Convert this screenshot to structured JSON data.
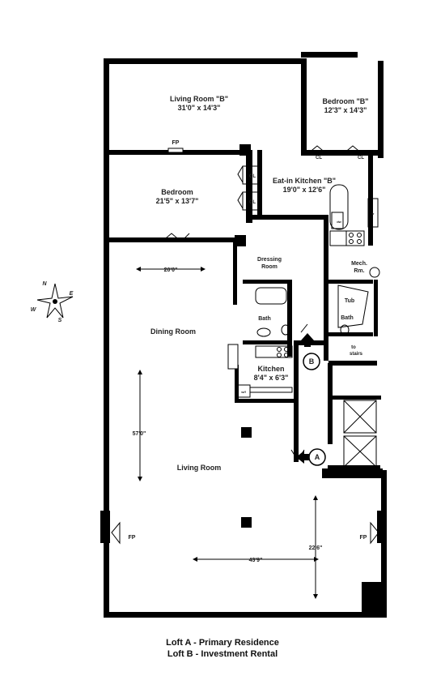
{
  "rooms": {
    "living_room_b": "Living Room \"B\"",
    "living_room_b_dim": "31'0\" x 14'3\"",
    "bedroom_b": "Bedroom \"B\"",
    "bedroom_b_dim": "12'3\" x 14'3\"",
    "bedroom": "Bedroom",
    "bedroom_dim": "21'5\" x 13'7\"",
    "eat_in_kitchen_b": "Eat-in Kitchen \"B\"",
    "eat_in_kitchen_b_dim": "19'0\" x 12'6\"",
    "dressing_room_1": "Dressing",
    "dressing_room_2": "Room",
    "bath_1": "Bath",
    "bath_2": "Bath",
    "mech_room_1": "Mech.",
    "mech_room_2": "Rm.",
    "tub": "Tub",
    "dining_room": "Dining Room",
    "kitchen": "Kitchen",
    "kitchen_dim": "8'4\" x 6'3\"",
    "living_room": "Living Room",
    "to_stairs_1": "to",
    "to_stairs_2": "stairs"
  },
  "closets": [
    "CL",
    "CL",
    "CL",
    "CL"
  ],
  "fireplaces": [
    "FP",
    "FP",
    "FP"
  ],
  "dimensions": {
    "width_top": "20'0\"",
    "length_left": "57'0\"",
    "width_bottom": "43'9\"",
    "depth_right": "22'6\""
  },
  "entries": {
    "a": "A",
    "b": "B"
  },
  "appliance": {
    "wf": "w/f",
    "dw": "dw",
    "fr": "fr"
  },
  "compass": {
    "n": "N",
    "e": "E",
    "s": "S",
    "w": "W"
  },
  "caption": {
    "line1": "Loft A - Primary Residence",
    "line2": "Loft B - Investment Rental"
  }
}
